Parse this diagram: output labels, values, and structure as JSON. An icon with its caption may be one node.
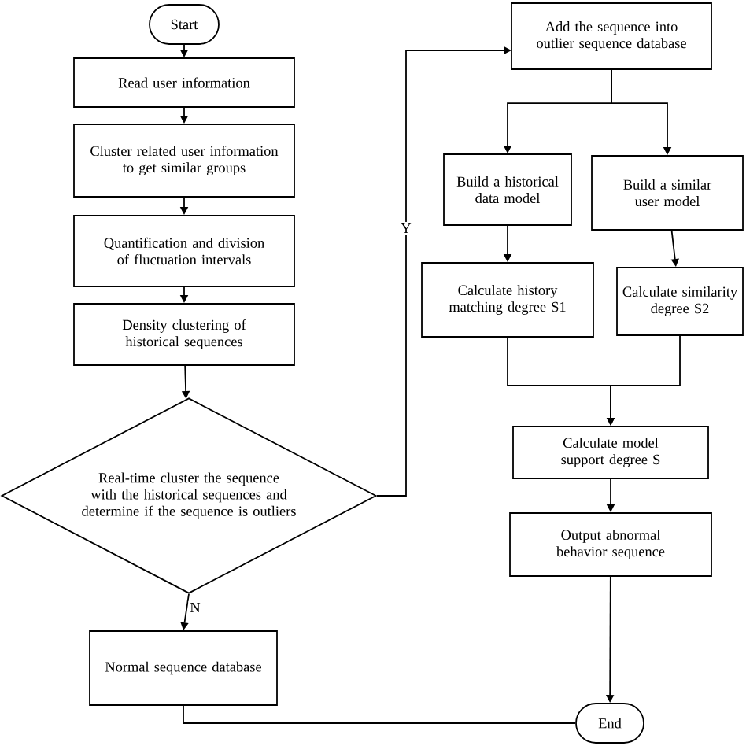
{
  "diagram": {
    "nodes": [
      {
        "text": [
          "Start"
        ]
      },
      {
        "text": [
          "Read user information"
        ]
      },
      {
        "text": [
          "Cluster related user information to get similar groups"
        ]
      },
      {
        "text": [
          "Quantification and division of fluctuation intervals"
        ]
      },
      {
        "text": [
          "Density clustering of historical sequences"
        ]
      },
      {
        "text": [
          "Real-time cluster the sequence with the historical sequences and determine if the sequence is outliers"
        ]
      },
      {
        "text": [
          "Normal sequence database"
        ]
      },
      {
        "text": [
          "Add the sequence into outlier sequence database"
        ]
      },
      {
        "text": [
          "Build a historical data model"
        ]
      },
      {
        "text": [
          "Build a similar user model"
        ]
      },
      {
        "text": [
          "Calculate history matching degree S1"
        ]
      },
      {
        "text": [
          "Calculate similarity degree S2"
        ]
      },
      {
        "text": [
          "Calculate model support degree S"
        ]
      },
      {
        "text": [
          "Output abnormal behavior sequence"
        ]
      },
      {
        "text": [
          "End"
        ]
      }
    ],
    "edges": [
      {
        "from": 0,
        "to": 1,
        "arrow": "to"
      },
      {
        "from": 1,
        "to": 2,
        "arrow": "to"
      },
      {
        "from": 2,
        "to": 3,
        "arrow": "to"
      },
      {
        "from": 3,
        "to": 4,
        "arrow": "to"
      },
      {
        "from": 4,
        "to": 5,
        "arrow": "to"
      },
      {
        "from": 5,
        "to": 7,
        "arrow": "to",
        "label": "Y"
      },
      {
        "from": 5,
        "to": 6,
        "arrow": "to",
        "label": "N"
      },
      {
        "from": 7,
        "to": 8,
        "arrow": "to"
      },
      {
        "from": 7,
        "to": 9,
        "arrow": "to"
      },
      {
        "from": 8,
        "to": 10,
        "arrow": "to"
      },
      {
        "from": 9,
        "to": 11,
        "arrow": "to"
      },
      {
        "from": 10,
        "to": 12,
        "arrow": "to"
      },
      {
        "from": 11,
        "to": 12,
        "arrow": "to"
      },
      {
        "from": 12,
        "to": 13,
        "arrow": "to"
      },
      {
        "from": 13,
        "to": 14,
        "arrow": "to"
      },
      {
        "from": 6,
        "to": 14,
        "arrow": "none"
      }
    ]
  }
}
